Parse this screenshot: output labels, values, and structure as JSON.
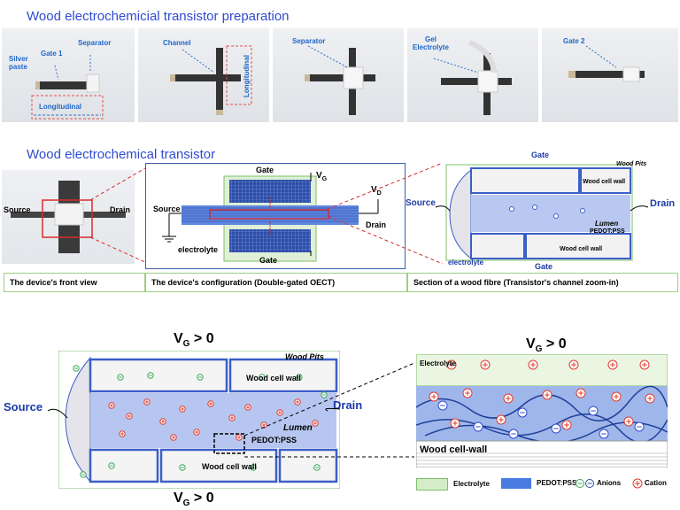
{
  "titles": {
    "preparation": "Wood electrochemicial transistor preparation",
    "transistor": "Wood electrochemical transistor"
  },
  "photos": {
    "p1": {
      "silver_paste": "Silver\npaste",
      "gate1": "Gate 1",
      "separator": "Separator",
      "longitudinal": "Longitudinal"
    },
    "p2": {
      "channel": "Channel",
      "longitudinal": "Longitudinal"
    },
    "p3": {
      "separator": "Separator"
    },
    "p4": {
      "gel": "Gel\nElectrolyte"
    },
    "p5": {
      "gate2": "Gate 2"
    }
  },
  "front_view": {
    "source": "Source",
    "drain": "Drain"
  },
  "config": {
    "gate_top": "Gate",
    "gate_bottom": "Gate",
    "vg": "V",
    "vg_sub": "G",
    "vd": "V",
    "vd_sub": "D",
    "source": "Source",
    "drain": "Drain",
    "electrolyte": "electrolyte"
  },
  "fibre": {
    "gate_top": "Gate",
    "gate_bottom": "Gate",
    "wood_pits": "Wood Pits",
    "wood_cell_wall": "Wood cell wall",
    "source": "Source",
    "drain": "Drain",
    "lumen": "Lumen",
    "pedot": "PEDOT:PSS",
    "electrolyte": "electrolyte"
  },
  "captions": [
    "The device's front view",
    "The device's configuration (Double-gated OECT)",
    "Section of a wood fibre (Transistor's channel zoom-in)"
  ],
  "bottom": {
    "vg_top": "V",
    "vg_sub": "G",
    "vg_cond": " > 0",
    "vg_bottom": "V",
    "vg_bottom_sub": "G",
    "vg_bottom_cond": " > 0",
    "source": "Source",
    "drain": "Drain",
    "wood_pits": "Wood Pits",
    "wood_cell_wall_top": "Wood cell wall",
    "wood_cell_wall_bottom": "Wood cell wall",
    "lumen": "Lumen",
    "pedot": "PEDOT:PSS"
  },
  "zoom": {
    "vg": "V",
    "vg_sub": "G",
    "vg_cond": " > 0",
    "electrolyte": "Electrolyte",
    "wood_cell_wall": "Wood cell-wall"
  },
  "legend": {
    "electrolyte": "Electrolyte",
    "pedot": "PEDOT:PSS",
    "anions": "Anions",
    "cation": "Cation"
  },
  "colors": {
    "title_blue": "#2f4bd1",
    "label_blue": "#1f66c8",
    "electrolyte_green": "#d6ecc8",
    "pedot_blue": "#4a7be0",
    "anion_green": "#3aa65a",
    "cation_red": "#e03a2e"
  }
}
